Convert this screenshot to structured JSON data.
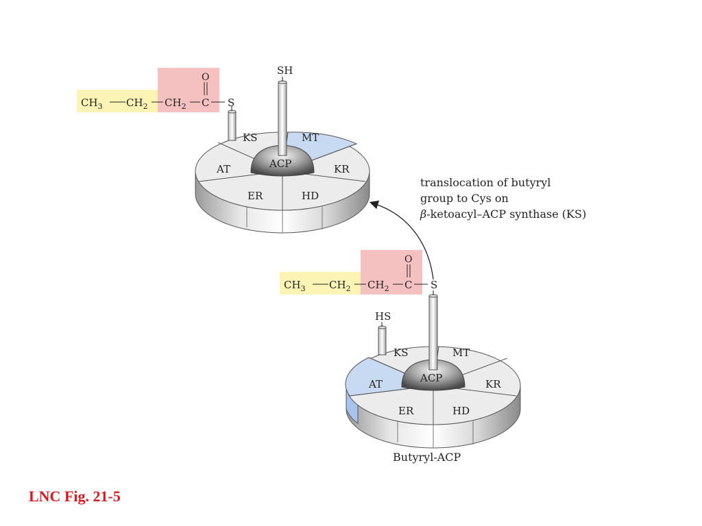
{
  "colors": {
    "yellow_box": "#fbf4b4",
    "pink_box": "#f5c0c0",
    "blue_segment": "#c8daf2",
    "segment_fill": "#e8e8e8",
    "caption_red": "#d71920"
  },
  "top_complex": {
    "sh_label": "SH",
    "chain": {
      "ch3": "CH",
      "ch3_sub": "3",
      "ch2a": "CH",
      "ch2a_sub": "2",
      "ch2b": "CH",
      "ch2b_sub": "2",
      "carbonyl_c": "C",
      "carbonyl_o": "O",
      "sulfur": "S"
    },
    "segments": {
      "ks": "KS",
      "mt": "MT",
      "kr": "KR",
      "hd": "HD",
      "er": "ER",
      "at": "AT"
    },
    "acp": "ACP",
    "highlighted_segment": "MT"
  },
  "bottom_complex": {
    "hs_label": "HS",
    "chain": {
      "ch3": "CH",
      "ch3_sub": "3",
      "ch2a": "CH",
      "ch2a_sub": "2",
      "ch2b": "CH",
      "ch2b_sub": "2",
      "carbonyl_c": "C",
      "carbonyl_o": "O",
      "sulfur": "S"
    },
    "segments": {
      "ks": "KS",
      "mt": "MT",
      "kr": "KR",
      "hd": "HD",
      "er": "ER",
      "at": "AT"
    },
    "acp": "ACP",
    "highlighted_segment": "AT",
    "label": "Butyryl-ACP"
  },
  "annotation": {
    "line1": "translocation of butyryl",
    "line2": "group to Cys on",
    "line3_beta": "β",
    "line3_rest": "-ketoacyl–ACP synthase (KS)"
  },
  "caption": "LNC Fig. 21-5"
}
